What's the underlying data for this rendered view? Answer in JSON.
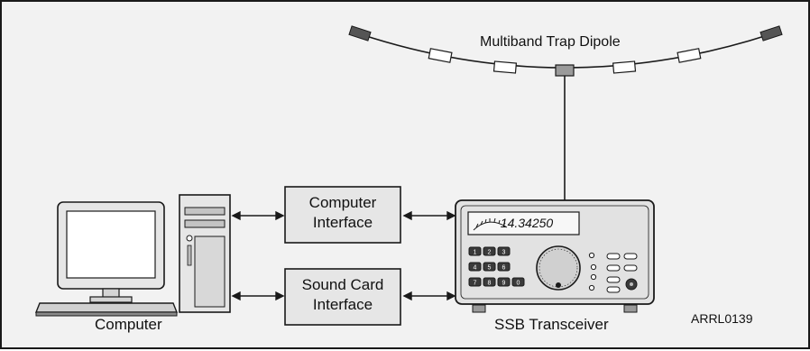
{
  "antenna": {
    "label": "Multiband Trap Dipole"
  },
  "computer": {
    "label": "Computer"
  },
  "interfaces": [
    {
      "line1": "Computer",
      "line2": "Interface"
    },
    {
      "line1": "Sound Card",
      "line2": "Interface"
    }
  ],
  "transceiver": {
    "label": "SSB Transceiver",
    "frequency": "14.34250",
    "keypad": [
      "1",
      "2",
      "3",
      "4",
      "5",
      "6",
      "7",
      "8",
      "9",
      "0"
    ]
  },
  "figure_id": "ARRL0139",
  "colors": {
    "stroke": "#1a1a1a",
    "fill_dark": "#3a3a3a",
    "fill_mid": "#bdbdbd",
    "fill_light": "#e6e6e6",
    "background": "#f2f2f2"
  }
}
